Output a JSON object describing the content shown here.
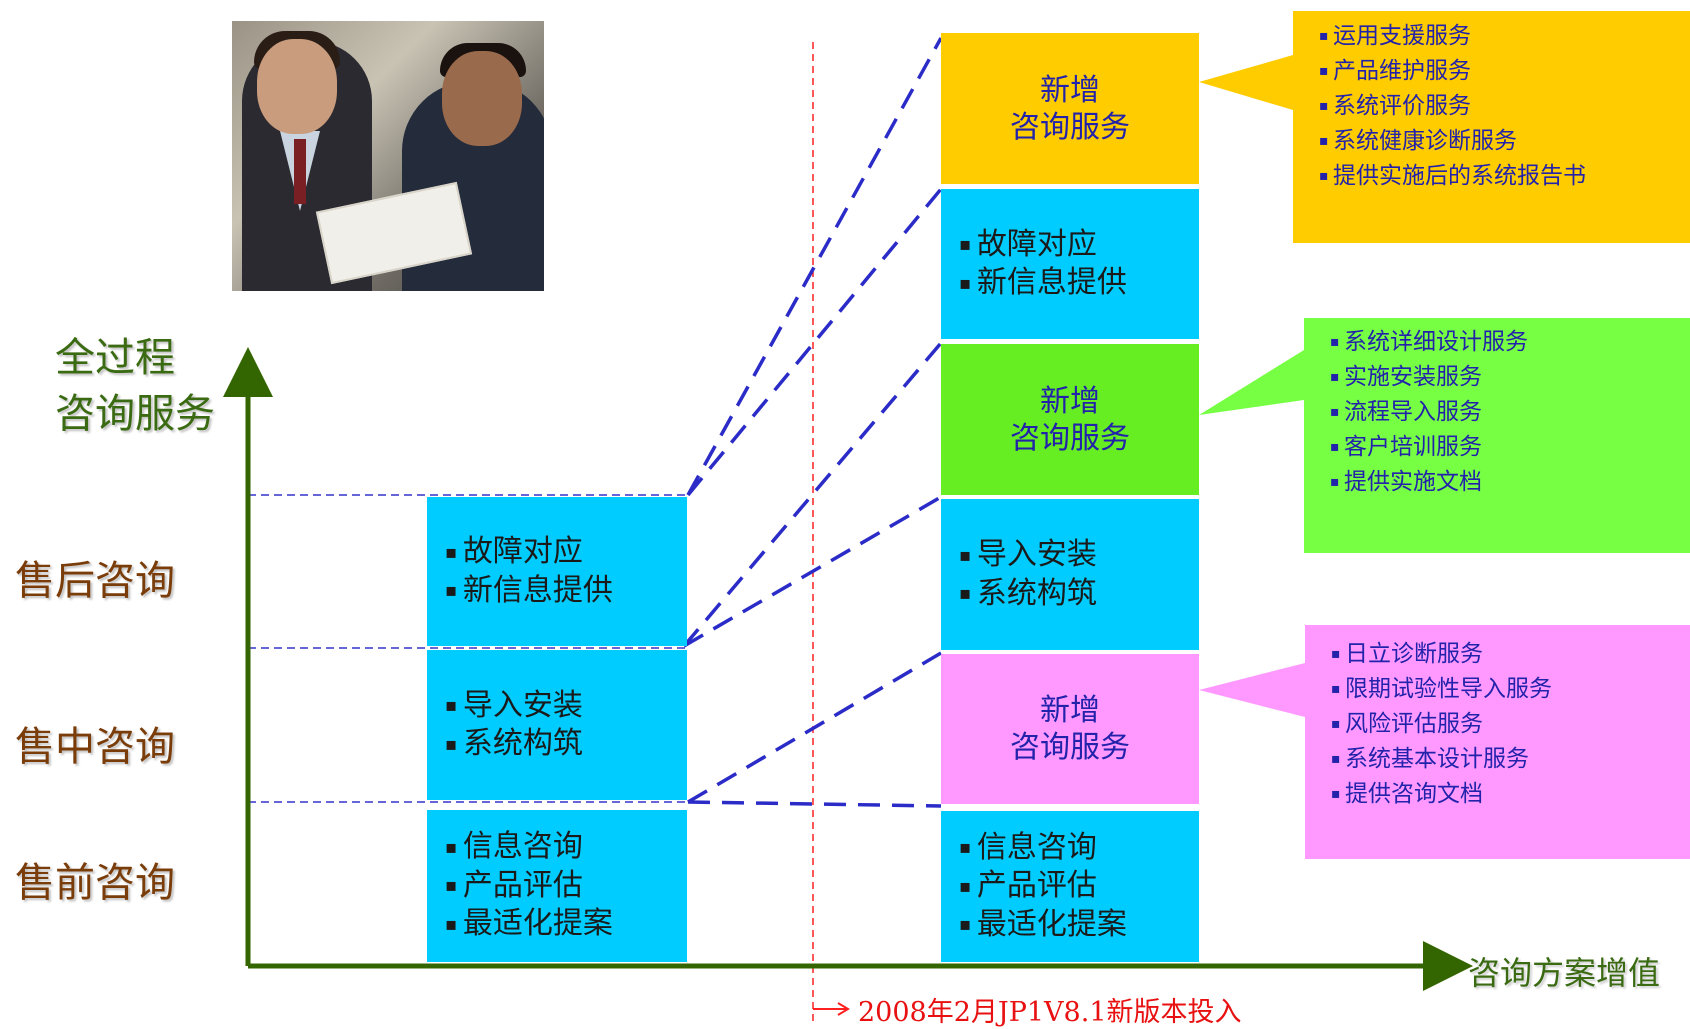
{
  "axis": {
    "y_top_line1": "全过程",
    "y_top_line2": "咨询服务",
    "y_levels": [
      "售后咨询",
      "售中咨询",
      "售前咨询"
    ],
    "x_label": "咨询方案增值"
  },
  "timeline_label": "2008年2月JP1V8.1新版本投入",
  "left_column": [
    {
      "items": [
        "故障对应",
        "新信息提供"
      ]
    },
    {
      "items": [
        "导入安装",
        "系统构筑"
      ]
    },
    {
      "items": [
        "信息咨询",
        "产品评估",
        "最适化提案"
      ]
    }
  ],
  "right_column": {
    "new_label_line1": "新增",
    "new_label_line2": "咨询服务",
    "after_sales": [
      "故障对应",
      "新信息提供"
    ],
    "in_sales": [
      "导入安装",
      "系统构筑"
    ],
    "pre_sales": [
      "信息咨询",
      "产品评估",
      "最适化提案"
    ]
  },
  "callouts": {
    "yellow": [
      "运用支援服务",
      "产品维护服务",
      "系统评价服务",
      "系统健康诊断服务",
      "提供实施后的系统报告书"
    ],
    "green": [
      "系统详细设计服务",
      "实施安装服务",
      "流程导入服务",
      "客户培训服务",
      "提供实施文档"
    ],
    "pink": [
      "日立诊断服务",
      "限期试验性导入服务",
      "风险评估服务",
      "系统基本设计服务",
      "提供咨询文档"
    ]
  },
  "colors": {
    "cyan": "#00ccff",
    "yellow": "#ffcc00",
    "green": "#66ee22",
    "pink": "#ff99ff",
    "callout_green": "#77ff44",
    "axis": "#336600",
    "dash": "#3333cc",
    "timeline": "#ff0000"
  }
}
